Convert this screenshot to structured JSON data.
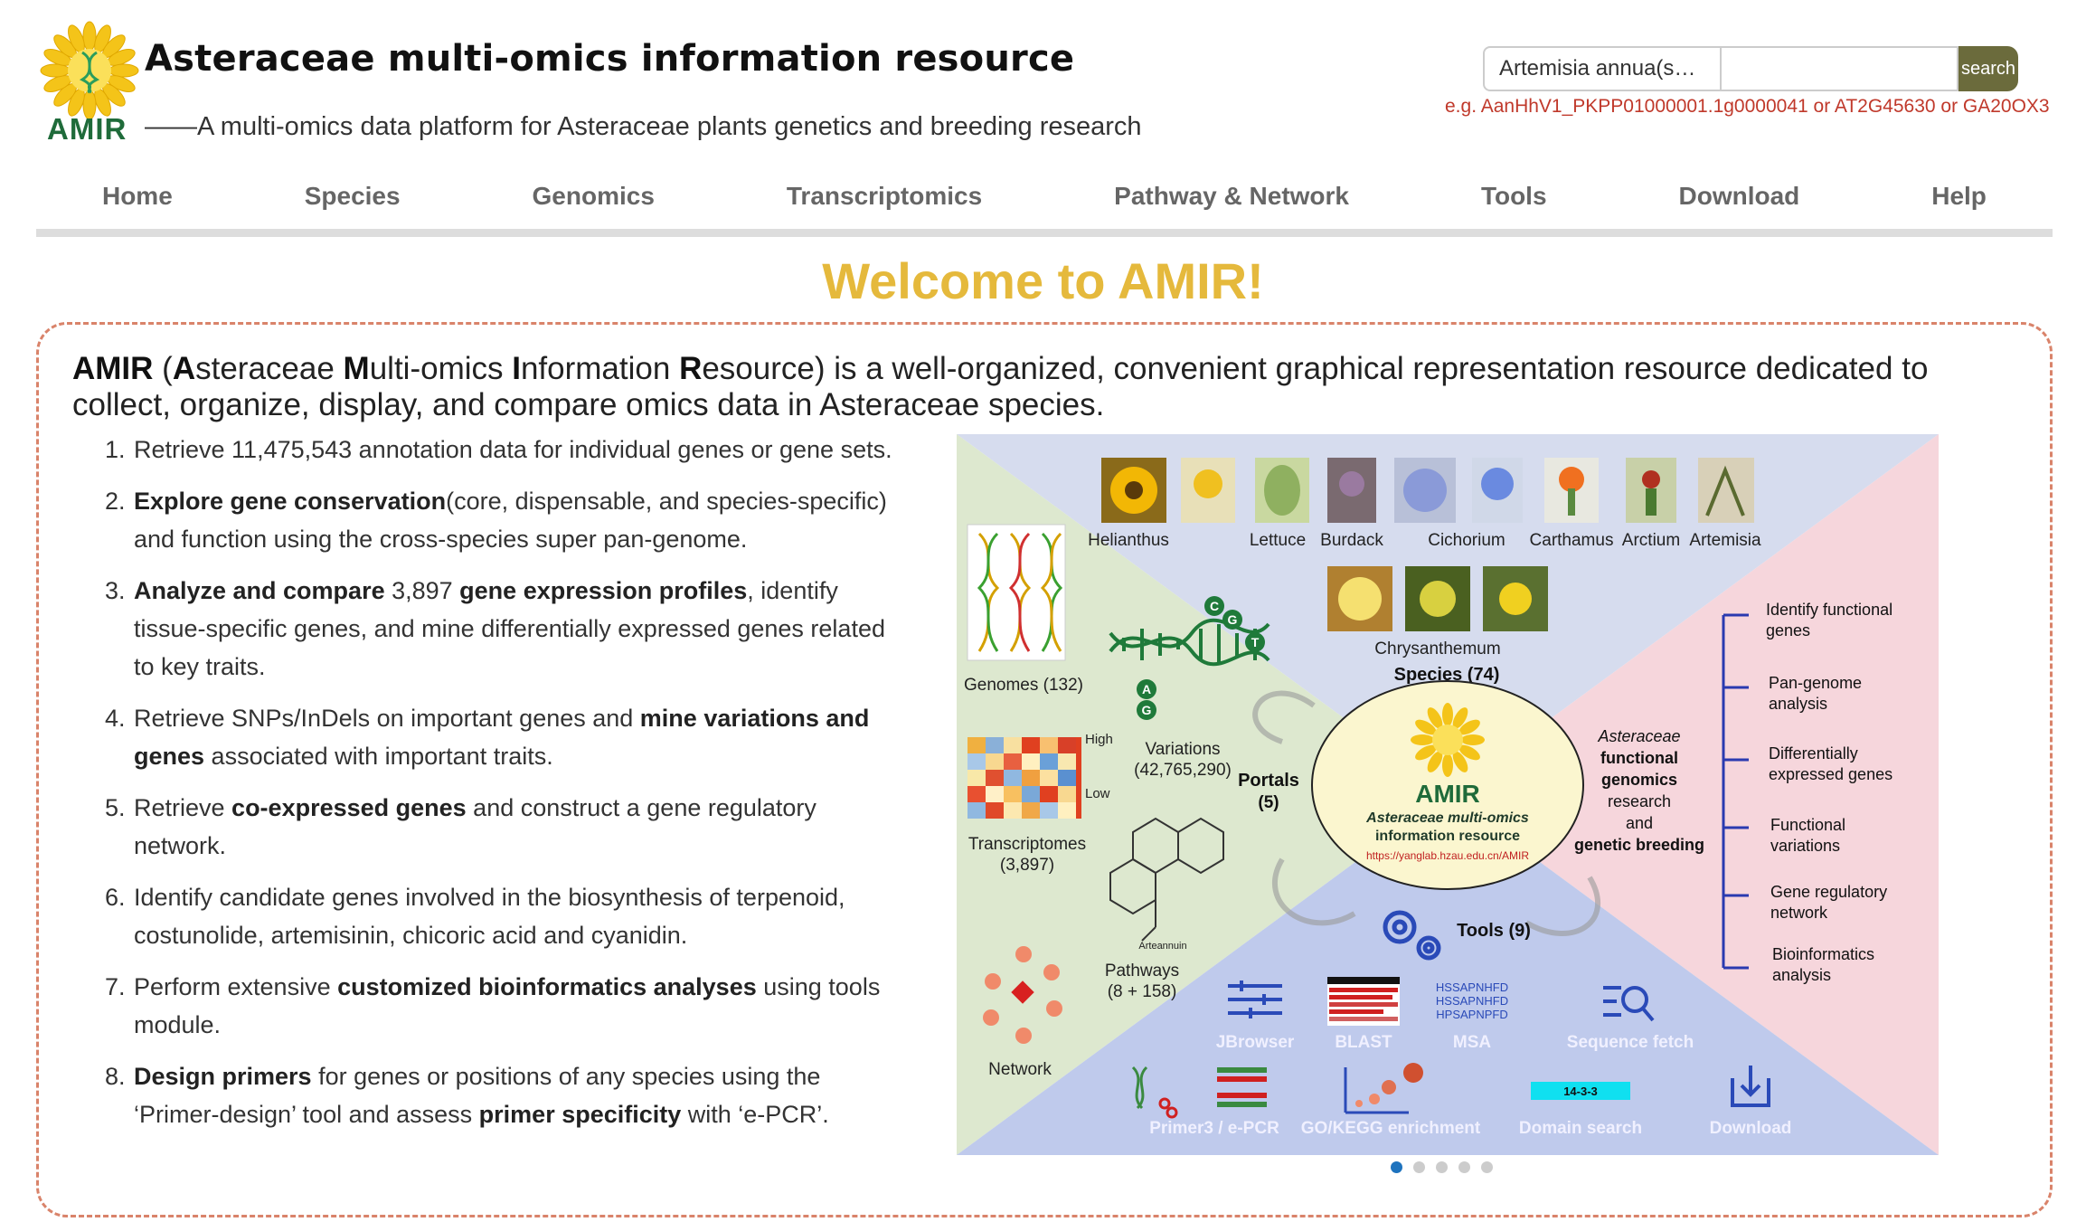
{
  "header": {
    "logo_text": "AMIR",
    "title": "Asteraceae multi-omics information resource",
    "subtitle": "——A multi-omics data platform for Asteraceae plants genetics and breeding research"
  },
  "search": {
    "species_selected": "Artemisia annua(s…",
    "input_value": "",
    "button_label": "search",
    "example": "e.g. AanHhV1_PKPP01000001.1g0000041 or AT2G45630 or GA20OX3"
  },
  "nav": [
    "Home",
    "Species",
    "Genomics",
    "Transcriptomics",
    "Pathway & Network",
    "Tools",
    "Download",
    "Help"
  ],
  "welcome": "Welcome to AMIR!",
  "intro": {
    "parts": [
      "A",
      "steraceae ",
      "M",
      "ulti-omics ",
      "I",
      "nformation ",
      "R",
      "esource) is a well-organized, convenient graphical representation resource dedicated to collect, organize, display, and compare omics data in Asteraceae species."
    ],
    "lead": "AMIR",
    "open_paren": " ("
  },
  "features": [
    {
      "num": "1.",
      "segments": [
        {
          "t": "Retrieve 11,475,543 annotation data for individual genes or gene sets.",
          "b": false
        }
      ]
    },
    {
      "num": "2.",
      "segments": [
        {
          "t": "Explore gene conservation",
          "b": true
        },
        {
          "t": "(core, dispensable, and species-specific) and function using the cross-species super pan-genome.",
          "b": false
        }
      ]
    },
    {
      "num": "3.",
      "segments": [
        {
          "t": "Analyze and compare",
          "b": true
        },
        {
          "t": " 3,897 ",
          "b": false
        },
        {
          "t": "gene expression profiles",
          "b": true
        },
        {
          "t": ", identify tissue-specific genes, and mine differentially expressed genes related to key traits.",
          "b": false
        }
      ]
    },
    {
      "num": "4.",
      "segments": [
        {
          "t": "Retrieve SNPs/InDels on important genes and ",
          "b": false
        },
        {
          "t": "mine variations and genes",
          "b": true
        },
        {
          "t": " associated with important traits.",
          "b": false
        }
      ]
    },
    {
      "num": "5.",
      "segments": [
        {
          "t": "Retrieve ",
          "b": false
        },
        {
          "t": "co-expressed genes",
          "b": true
        },
        {
          "t": " and construct a gene regulatory network.",
          "b": false
        }
      ]
    },
    {
      "num": "6.",
      "segments": [
        {
          "t": "Identify candidate genes involved in the biosynthesis of terpenoid, costunolide, artemisinin, chicoric acid and cyanidin.",
          "b": false
        }
      ]
    },
    {
      "num": "7.",
      "segments": [
        {
          "t": "Perform extensive ",
          "b": false
        },
        {
          "t": "customized bioinformatics analyses",
          "b": true
        },
        {
          "t": " using tools module.",
          "b": false
        }
      ]
    },
    {
      "num": "8.",
      "segments": [
        {
          "t": "Design primers",
          "b": true
        },
        {
          "t": " for genes or positions of any species using the ‘Primer-design’ tool and assess ",
          "b": false
        },
        {
          "t": "primer specificity",
          "b": true
        },
        {
          "t": " with ‘e-PCR’.",
          "b": false
        }
      ]
    }
  ],
  "figure": {
    "species_top": [
      "Helianthus",
      "Lettuce",
      "Burdack",
      "Cichorium",
      "Carthamus",
      "Arctium",
      "Artemisia"
    ],
    "chrysanthemum": "Chrysanthemum",
    "species_count": "Species (74)",
    "genomes": "Genomes (132)",
    "variations": "Variations",
    "variations_count": "(42,765,290)",
    "portals": "Portals",
    "portals_count": "(5)",
    "high": "High",
    "low": "Low",
    "transcriptomes": "Transcriptomes",
    "transcriptomes_count": "(3,897)",
    "arteannuin": "Arteannuin",
    "pathways": "Pathways",
    "pathways_count": "(8 + 158)",
    "network": "Network",
    "center_title": "AMIR",
    "center_sub1": "Asteraceae multi-omics",
    "center_sub2": "information resource",
    "center_url": "https://yanglab.hzau.edu.cn/AMIR",
    "breeding": [
      "Asteraceae",
      "functional",
      "genomics",
      "research",
      "and",
      "genetic breeding"
    ],
    "tools_count": "Tools (9)",
    "tools": [
      "JBrowser",
      "BLAST",
      "MSA",
      "Sequence fetch",
      "Primer3 / e-PCR",
      "GO/KEGG enrichment",
      "Domain search",
      "Download"
    ],
    "msa_lines": [
      "HSSAPNHFD",
      "HSSAPNHFD",
      "HPSAPNPFD"
    ],
    "domain_label": "14-3-3",
    "right_items": [
      "Identify functional",
      "genes",
      "Pan-genome",
      "analysis",
      "Differentially",
      "expressed genes",
      "Functional",
      "variations",
      "Gene regulatory",
      "network",
      "Bioinformatics",
      "analysis"
    ],
    "letters": [
      "C",
      "G",
      "A",
      "T",
      "G"
    ]
  },
  "carousel": {
    "total": 5,
    "active": 1
  },
  "colors": {
    "accent": "#e5b93c",
    "search_button": "#6b6b3c",
    "example_text": "#c0392b",
    "panel_border": "#d9836a",
    "logo_green": "#1f6b3a"
  }
}
